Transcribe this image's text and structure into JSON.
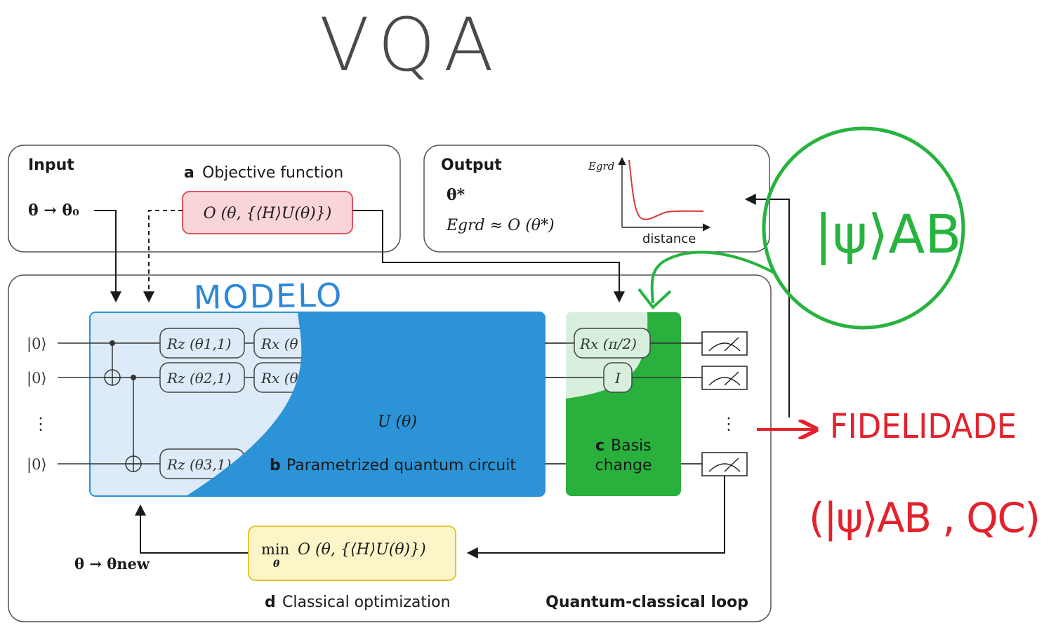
{
  "handwritten": {
    "title": "VQA",
    "modelo": "MODELO",
    "psi_ab": "|ψ⟩AB",
    "fidelidade": "FIDELIDADE",
    "fidelity_expr": "(|ψ⟩AB , QC)"
  },
  "input": {
    "title": "Input",
    "theta_init": "θ → θ₀",
    "objective_prefix": "a",
    "objective_label": "Objective function",
    "objective_formula": "O (θ, {⟨H⟩U(θ)})"
  },
  "output": {
    "title": "Output",
    "theta_star": "θ*",
    "egrd_formula": "Egrd ≈ O (θ*)",
    "plot_ylabel": "Egrd",
    "plot_xlabel": "distance"
  },
  "circuit": {
    "qubits": [
      "|0⟩",
      "|0⟩",
      "⋮",
      "|0⟩"
    ],
    "gates_col1": [
      "Rz (θ1,1)",
      "Rz (θ2,1)",
      "Rz (θ3,1)"
    ],
    "gates_col2": [
      "Rx (θ",
      "Rx (θ"
    ],
    "unitary": "U (θ)",
    "pqc_prefix": "b",
    "pqc_label": "Parametrized quantum circuit",
    "basis_gate1": "Rx (π/2)",
    "basis_gate2": "I",
    "basis_prefix": "c",
    "basis_label_1": "Basis",
    "basis_label_2": "change"
  },
  "optimization": {
    "formula_min": "min",
    "formula_sub": "θ",
    "formula_body": "O (θ, {⟨H⟩U(θ)})",
    "theta_update": "θ → θnew",
    "prefix": "d",
    "label": "Classical optimization",
    "loop_label": "Quantum-classical loop"
  },
  "colors": {
    "pqc_light": "#dcebf7",
    "pqc_dark": "#2b93d6",
    "basis_green": "#29b03d",
    "basis_light": "#d9efde",
    "objective_fill": "#f9d4d8",
    "objective_stroke": "#e0555f",
    "optim_fill": "#fcf5c7",
    "optim_stroke": "#e3c533",
    "ink_green": "#27b33f",
    "ink_red": "#e2222c",
    "ink_blue": "#2c88d9",
    "ink_gray": "#4a4a4a",
    "plot_curve": "#d93b3b"
  }
}
